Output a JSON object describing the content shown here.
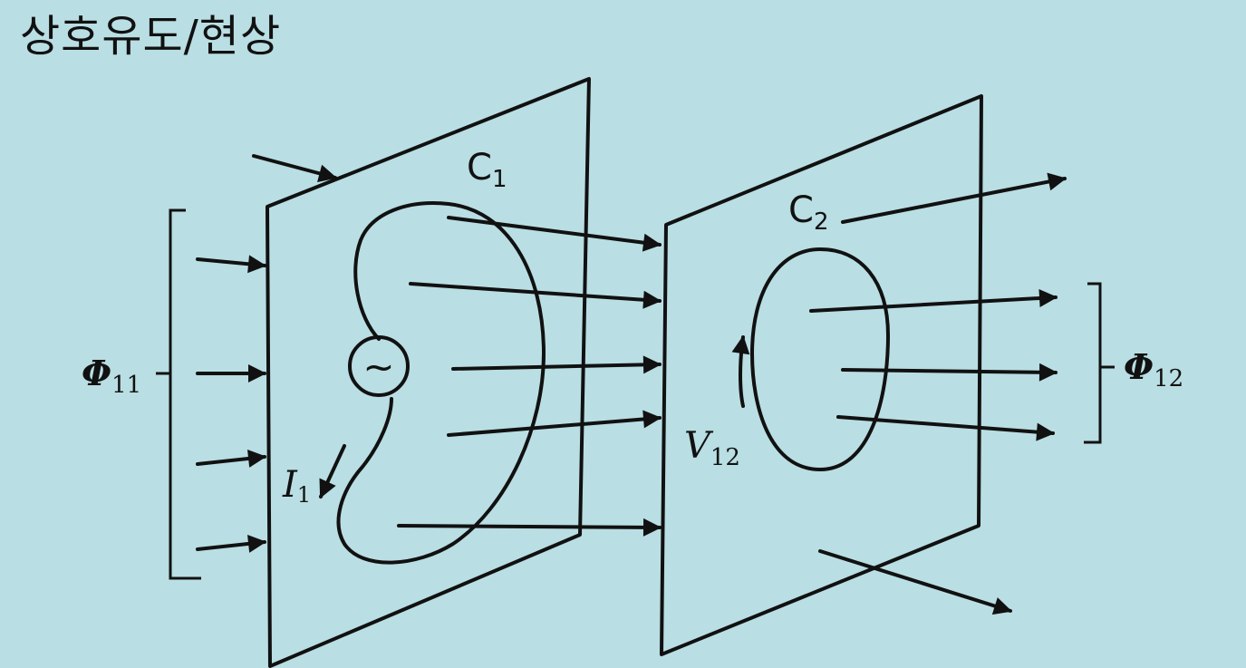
{
  "title": "상호유도/현상",
  "labels": {
    "c1": "C",
    "c1_sub": "1",
    "c2": "C",
    "c2_sub": "2",
    "phi11": "Φ",
    "phi11_sub": "11",
    "phi12": "Φ",
    "phi12_sub": "12",
    "v12": "V",
    "v12_sub": "12",
    "i1": "I",
    "i1_sub": "1",
    "source": "~"
  },
  "colors": {
    "background": "#b9dee3",
    "ink": "#111111"
  }
}
